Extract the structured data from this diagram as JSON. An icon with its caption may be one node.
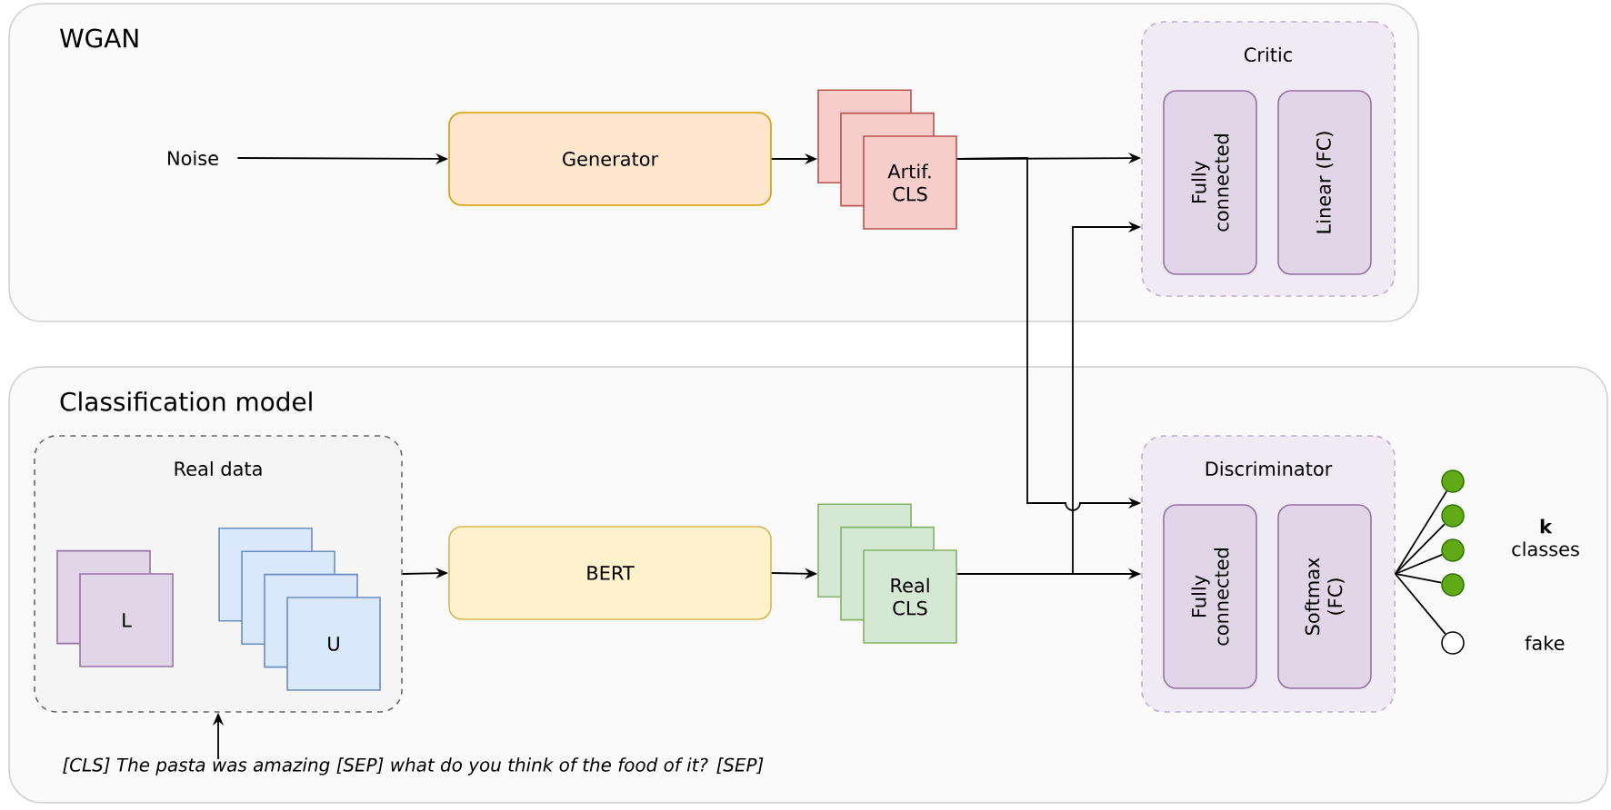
{
  "diagram": {
    "nodes": [
      {
        "text": [
          "WGAN"
        ]
      },
      {
        "text": [
          "Noise"
        ],
        "in": 0
      },
      {
        "text": [
          "Generator"
        ],
        "in": 0
      },
      {
        "text": [
          "Artif. CLS"
        ],
        "in": 0
      },
      {
        "text": [
          "Critic"
        ],
        "in": 0
      },
      {
        "text": [
          "Fully connected"
        ],
        "in": 4
      },
      {
        "text": [
          "Linear (FC)"
        ],
        "in": 4
      },
      {
        "text": [
          "Classification model"
        ]
      },
      {
        "text": [
          "Real data"
        ],
        "in": 7
      },
      {
        "text": [
          "L"
        ],
        "in": 8
      },
      {
        "text": [
          "U"
        ],
        "in": 8
      },
      {
        "text": [
          "BERT"
        ],
        "in": 7
      },
      {
        "text": [
          "Real CLS"
        ],
        "in": 7
      },
      {
        "text": [
          "Discriminator"
        ],
        "in": 7
      },
      {
        "text": [
          "Fully connected"
        ],
        "in": 13
      },
      {
        "text": [
          "Softmax (FC)"
        ],
        "in": 13
      },
      {
        "text": [],
        "shape": "circle",
        "in": 7
      },
      {
        "text": [],
        "shape": "circle",
        "in": 7
      },
      {
        "text": [],
        "shape": "circle",
        "in": 7
      },
      {
        "text": [],
        "shape": "circle",
        "in": 7
      },
      {
        "text": [],
        "shape": "circle",
        "in": 7,
        "beside": [
          "fake"
        ]
      },
      {
        "text": [
          "[CLS] The pasta was amazing [SEP] what do you think of the food of it? [SEP]"
        ],
        "in": 7
      }
    ],
    "edges": [
      {
        "from": 1,
        "to": 2,
        "arrow": "to"
      },
      {
        "from": 2,
        "to": 3,
        "arrow": "to"
      },
      {
        "from": 3,
        "to": 4,
        "arrow": "to"
      },
      {
        "from": 3,
        "to": 13,
        "arrow": "to"
      },
      {
        "from": 12,
        "to": 4,
        "arrow": "to"
      },
      {
        "from": 12,
        "to": 13,
        "arrow": "to"
      },
      {
        "from": 8,
        "to": 11,
        "arrow": "to"
      },
      {
        "from": 11,
        "to": 12,
        "arrow": "to"
      },
      {
        "from": 21,
        "to": 8,
        "arrow": "to"
      },
      {
        "from": 13,
        "to": 16,
        "arrow": "none"
      },
      {
        "from": 13,
        "to": 17,
        "arrow": "none"
      },
      {
        "from": 13,
        "to": 18,
        "arrow": "none"
      },
      {
        "from": 13,
        "to": 19,
        "arrow": "none"
      },
      {
        "from": 13,
        "to": 20,
        "arrow": "none"
      }
    ],
    "labels": [
      "**k** classes"
    ]
  }
}
